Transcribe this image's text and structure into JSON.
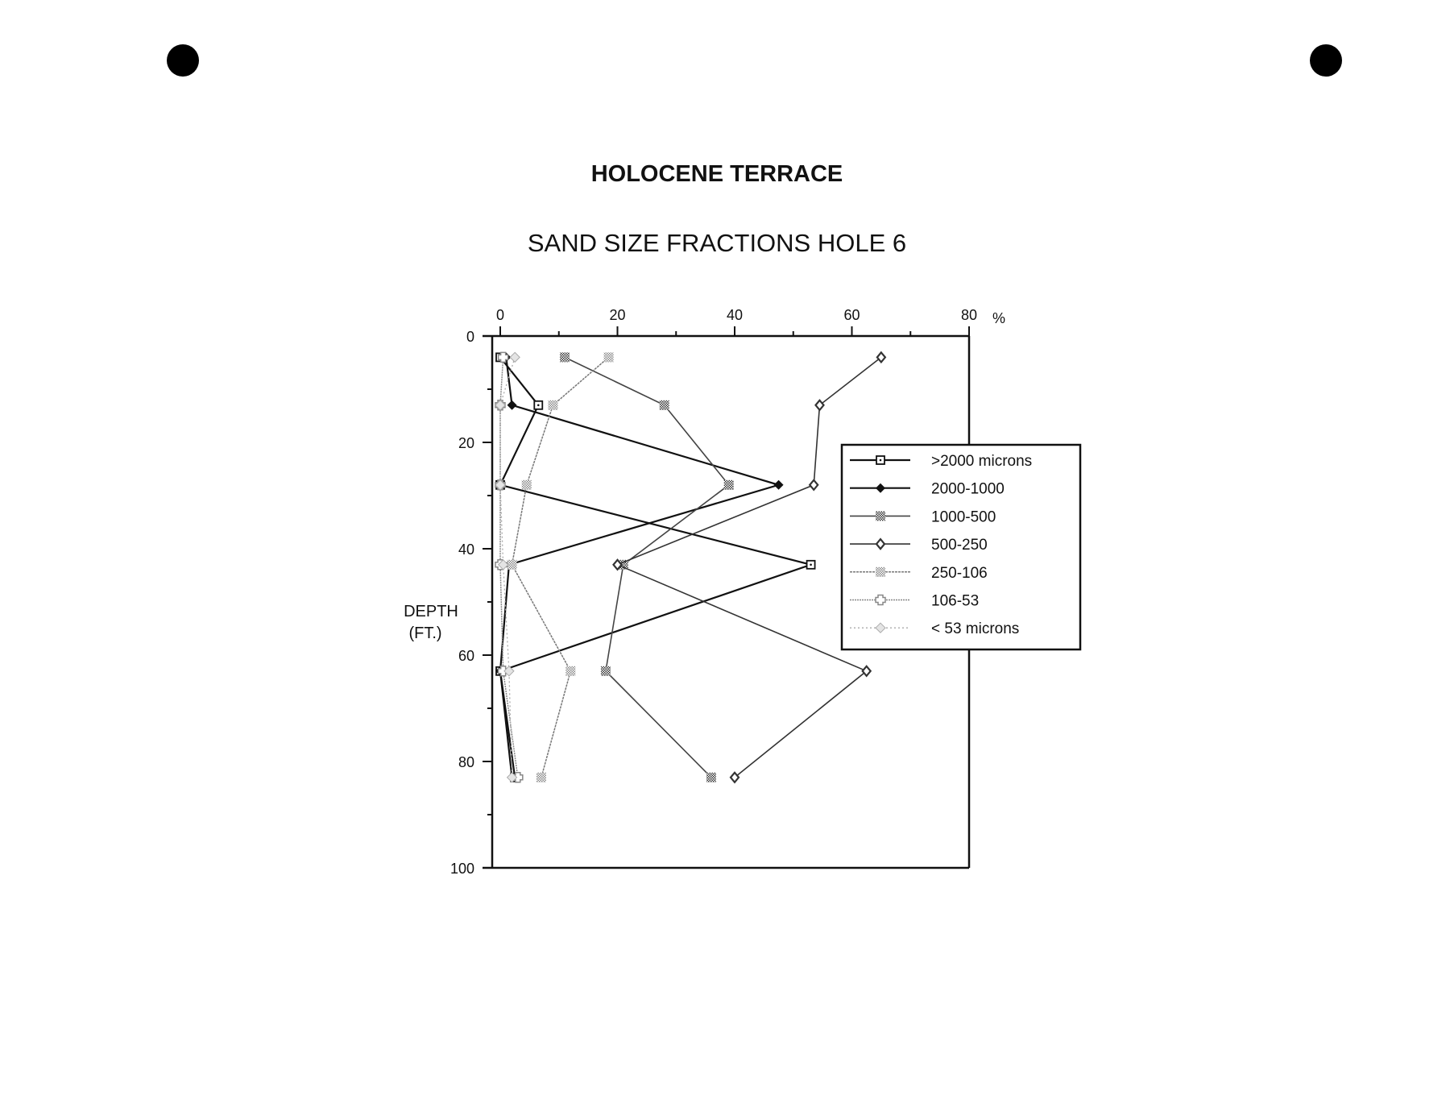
{
  "chart_data": {
    "type": "line",
    "title": "HOLOCENE TERRACE",
    "subtitle": "SAND SIZE FRACTIONS HOLE 6",
    "xlabel": "%",
    "ylabel_line1": "DEPTH",
    "ylabel_line2": "(FT.)",
    "xlim": [
      0,
      80
    ],
    "ylim": [
      0,
      100
    ],
    "y_inverted": true,
    "x_ticks": [
      "0",
      "20",
      "40",
      "60",
      "80"
    ],
    "y_ticks": [
      "0",
      "20",
      "40",
      "60",
      "80",
      "100"
    ],
    "grid": false,
    "legend_position": "right",
    "depths": [
      4,
      13,
      28,
      43,
      63,
      83
    ],
    "series": [
      {
        "name": ">2000 microns",
        "values": [
          0,
          6.5,
          0,
          53,
          0,
          2.5
        ],
        "color": "#111111"
      },
      {
        "name": "2000-1000",
        "values": [
          1,
          2,
          47.5,
          1.5,
          0,
          2
        ],
        "color": "#111111"
      },
      {
        "name": "1000-500",
        "values": [
          11,
          28,
          39,
          21,
          18,
          36
        ],
        "color": "#444444"
      },
      {
        "name": "500-250",
        "values": [
          65,
          54.5,
          53.5,
          20,
          62.5,
          40
        ],
        "color": "#333333"
      },
      {
        "name": "250-106",
        "values": [
          18.5,
          9,
          4.5,
          2,
          12,
          7
        ],
        "color": "#777777"
      },
      {
        "name": "106-53",
        "values": [
          0.5,
          0,
          0,
          0,
          0.5,
          3
        ],
        "color": "#888888"
      },
      {
        "name": "< 53 microns",
        "values": [
          2.5,
          0,
          0,
          0.5,
          1.5,
          2
        ],
        "color": "#aaaaaa"
      }
    ]
  }
}
